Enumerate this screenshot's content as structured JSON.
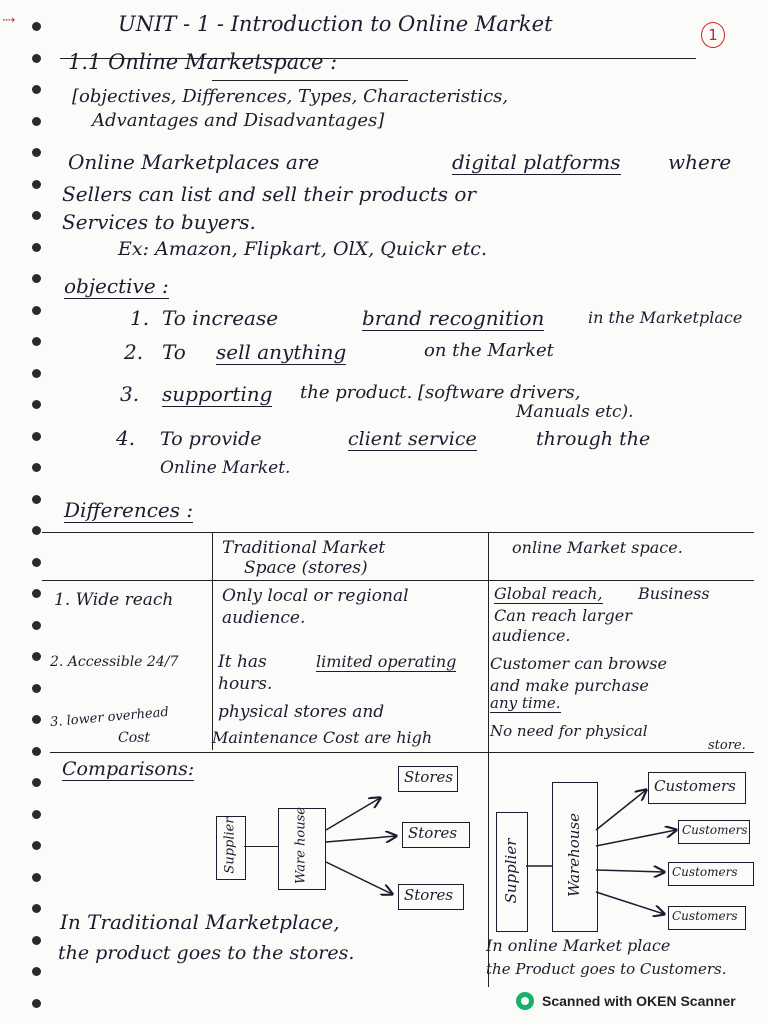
{
  "header": {
    "title": "UNIT - 1 - Introduction to Online Market",
    "page_number": "1"
  },
  "section": {
    "heading": "1.1 Online Marketspace :",
    "topics_line1": "[objectives, Differences, Types, Characteristics,",
    "topics_line2": "Advantages and Disadvantages]"
  },
  "definition": {
    "line1_a": "Online Marketplaces are",
    "line1_b": "digital platforms",
    "line1_c": "where",
    "line2": "Sellers can list and sell their products or",
    "line3": "Services to buyers.",
    "example": "Ex: Amazon, Flipkart, OlX, Quickr etc."
  },
  "objective": {
    "heading": "objective :",
    "items": [
      {
        "num": "1.",
        "a": "To increase",
        "b": "brand recognition",
        "c": "in the Marketplace"
      },
      {
        "num": "2.",
        "a": "To",
        "b": "sell anything",
        "c": "on the Market"
      },
      {
        "num": "3.",
        "a": "",
        "b": "supporting",
        "c": "the product. [software drivers,"
      }
    ],
    "item3_cont": "Manuals etc).",
    "item4_num": "4.",
    "item4_a": "To provide",
    "item4_b": "client service",
    "item4_c": "through the",
    "item4_cont": "Online Market."
  },
  "differences": {
    "heading": "Differences :",
    "col_traditional_1": "Traditional Market",
    "col_traditional_2": "Space (stores)",
    "col_online": "online Market space.",
    "rows": [
      {
        "label": "1. Wide reach",
        "trad1": "Only local or regional",
        "trad2": "audience.",
        "online1_a": "Global reach,",
        "online1_b": "Business",
        "online2": "Can reach larger",
        "online3": "audience."
      },
      {
        "label": "2. Accessible 24/7",
        "trad1_a": "It has",
        "trad1_b": "limited operating",
        "trad2": "hours.",
        "online1": "Customer can browse",
        "online2": "and make purchase",
        "online3": "any time."
      },
      {
        "label1": "3. lower overhead",
        "label2": "Cost",
        "trad1": "physical stores and",
        "trad2": "Maintenance Cost are high",
        "online1": "No need for physical",
        "online2": "store."
      }
    ]
  },
  "comparison": {
    "heading": "Comparisons:",
    "trad": {
      "supplier": "Supplier",
      "warehouse": "Ware house",
      "stores": [
        "Stores",
        "Stores",
        "Stores"
      ],
      "caption1": "In Traditional Marketplace,",
      "caption2": "the product goes to the stores."
    },
    "online": {
      "supplier": "Supplier",
      "warehouse": "Warehouse",
      "customers": [
        "Customers",
        "Customers",
        "Customers",
        "Customers"
      ],
      "caption1": "In online Market place",
      "caption2": "the Product goes to Customers."
    }
  },
  "footer": {
    "scanner_text": "Scanned with OKEN Scanner"
  }
}
